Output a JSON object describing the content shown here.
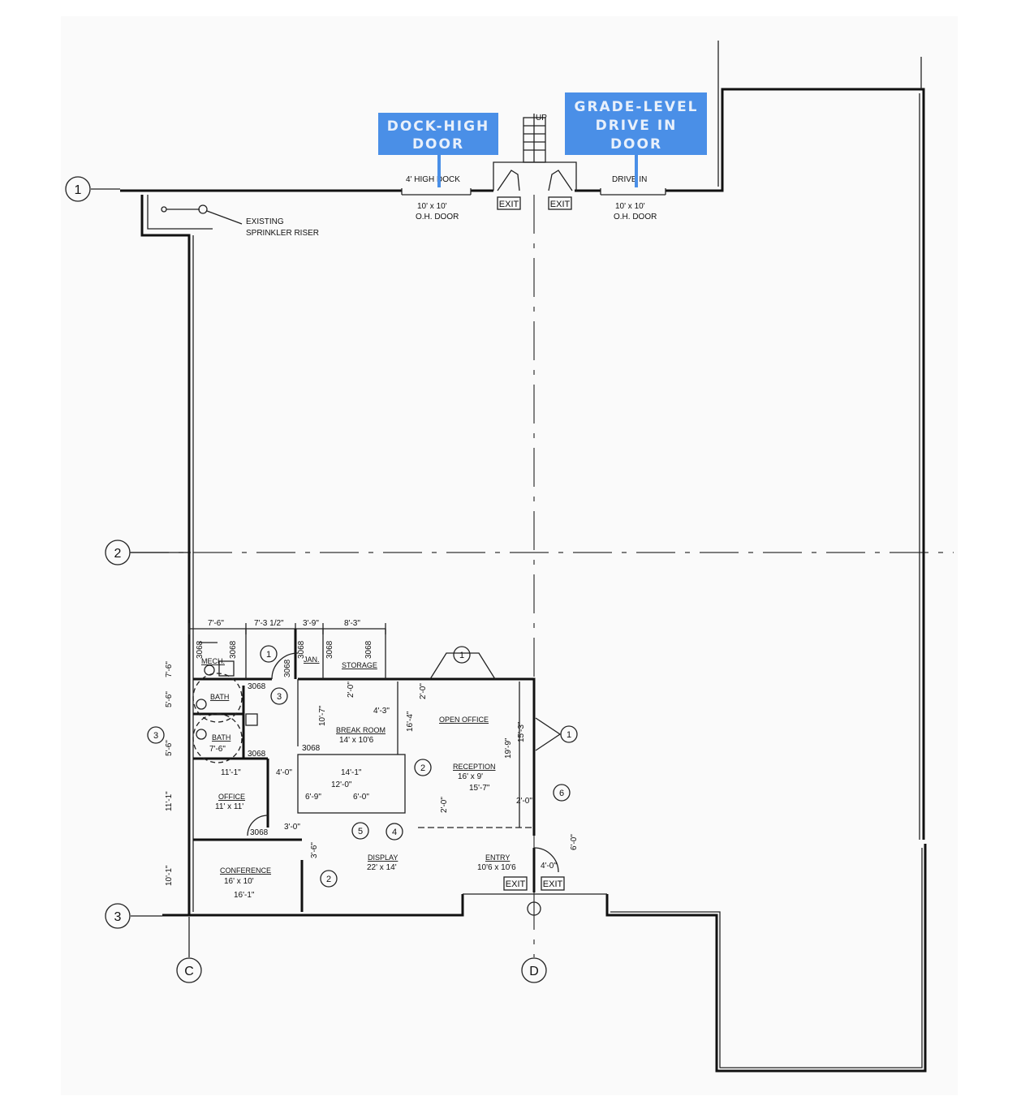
{
  "callouts": {
    "dock_high": [
      "DOCK-HIGH",
      "DOOR"
    ],
    "grade_level": [
      "GRADE-LEVEL",
      "DRIVE IN",
      "DOOR"
    ],
    "color": "#4a8fe7"
  },
  "grid_lines": {
    "rows": [
      "1",
      "2",
      "3"
    ],
    "columns": [
      "C",
      "D"
    ]
  },
  "top_wall": {
    "dock_label": "4' HIGH DOCK",
    "dock_door": [
      "10' x 10'",
      "O.H. DOOR"
    ],
    "drive_label": "DRIVE IN",
    "drive_door": [
      "10' x 10'",
      "O.H. DOOR"
    ],
    "stair_label": "UP",
    "exit_left": "EXIT",
    "exit_right": "EXIT",
    "sprinkler": [
      "EXISTING",
      "SPRINKLER RISER"
    ]
  },
  "rooms": {
    "mech": "MECH.",
    "jan": "JAN.",
    "storage": "STORAGE",
    "bath_1": "BATH",
    "bath_2": "BATH",
    "break_room": {
      "name": "BREAK ROOM",
      "size": "14' x 10'6"
    },
    "open_office": "OPEN OFFICE",
    "reception": {
      "name": "RECEPTION",
      "size": "16' x 9'"
    },
    "office": {
      "name": "OFFICE",
      "size": "11' x 11'"
    },
    "conference": {
      "name": "CONFERENCE",
      "size": "16' x 10'"
    },
    "display": {
      "name": "DISPLAY",
      "size": "22' x 14'"
    },
    "entry": {
      "name": "ENTRY",
      "size": "10'6 x 10'6"
    }
  },
  "dimensions": {
    "top": [
      "7'-6\"",
      "7'-3 1/2\"",
      "3'-9\"",
      "8'-3\""
    ],
    "left": [
      "7'-6\"",
      "5'-6\"",
      "5'-6\"",
      "11'-1\"",
      "10'-1\""
    ],
    "bath_width": "7'-6\"",
    "office_width": "11'-1\"",
    "corridor": "4'-0\"",
    "break_height": "10'-7\"",
    "break_width": "14'-1\"",
    "counter": "12'-0\"",
    "counter_a": "6'-9\"",
    "counter_b": "6'-0\"",
    "sink": "4'-3\"",
    "small_a": "2'-0\"",
    "open_height": "16'-4\"",
    "reception_height": "19'-9\"",
    "right_height": "15'-3\"",
    "reception_width": "15'-7\"",
    "desk": "2'-0\"",
    "desk_v": "2'-0\"",
    "door_width": "3'-0\"",
    "door_v": "3'-6\"",
    "conference_width": "16'-1\"",
    "entry_a": "4'-0\"",
    "entry_v": "6'-0\"",
    "tag_a": "2'-0\""
  },
  "doors": [
    "3068",
    "3068",
    "3068",
    "3068",
    "3068",
    "3068",
    "3068",
    "3068",
    "3068",
    "3068"
  ],
  "entry_exits": [
    "EXIT",
    "EXIT"
  ],
  "keynotes": [
    "1",
    "1",
    "1",
    "2",
    "2",
    "3",
    "3",
    "4",
    "5",
    "6"
  ]
}
